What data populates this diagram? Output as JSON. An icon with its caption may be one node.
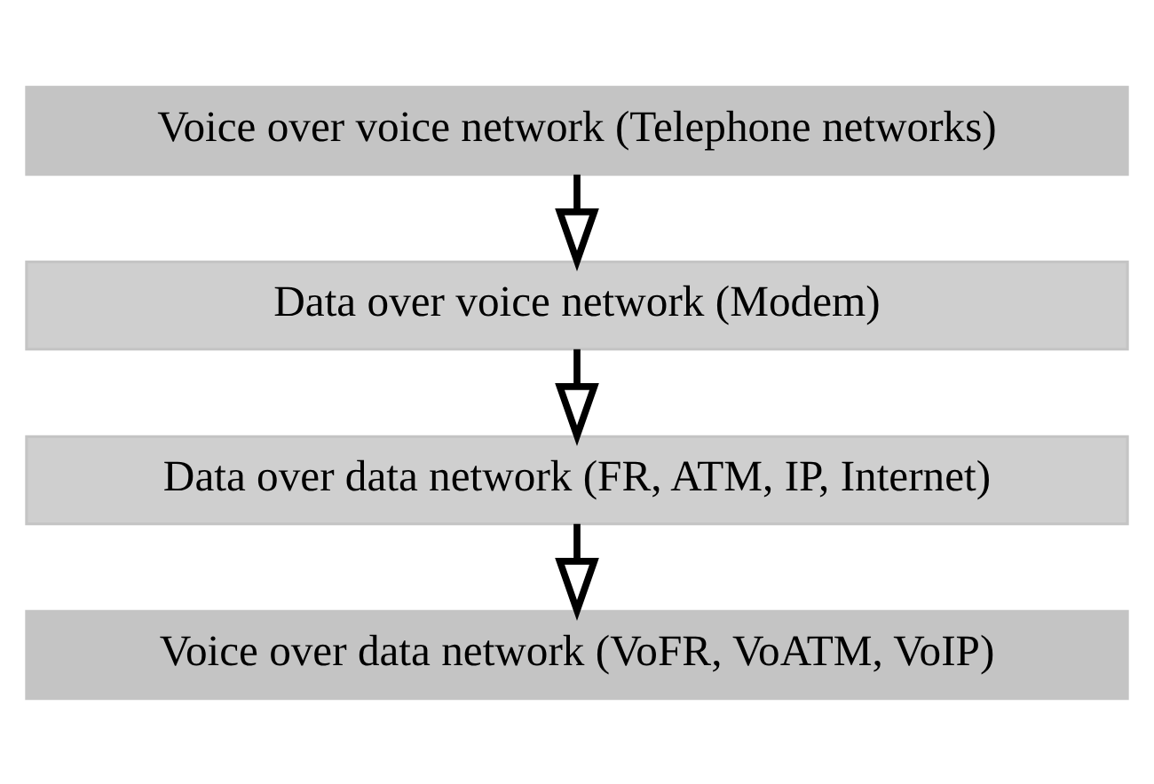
{
  "diagram": {
    "nodes": [
      {
        "text": [
          "Voice over voice network (Telephone networks)"
        ]
      },
      {
        "text": [
          "Data over voice network (Modem)"
        ]
      },
      {
        "text": [
          "Data over data network (FR, ATM, IP, Internet)"
        ]
      },
      {
        "text": [
          "Voice over data network (VoFR, VoATM, VoIP)"
        ]
      }
    ],
    "edges": [
      {
        "from": 0,
        "to": 1,
        "arrow": "to"
      },
      {
        "from": 1,
        "to": 2,
        "arrow": "to"
      },
      {
        "from": 2,
        "to": 3,
        "arrow": "to"
      }
    ]
  }
}
